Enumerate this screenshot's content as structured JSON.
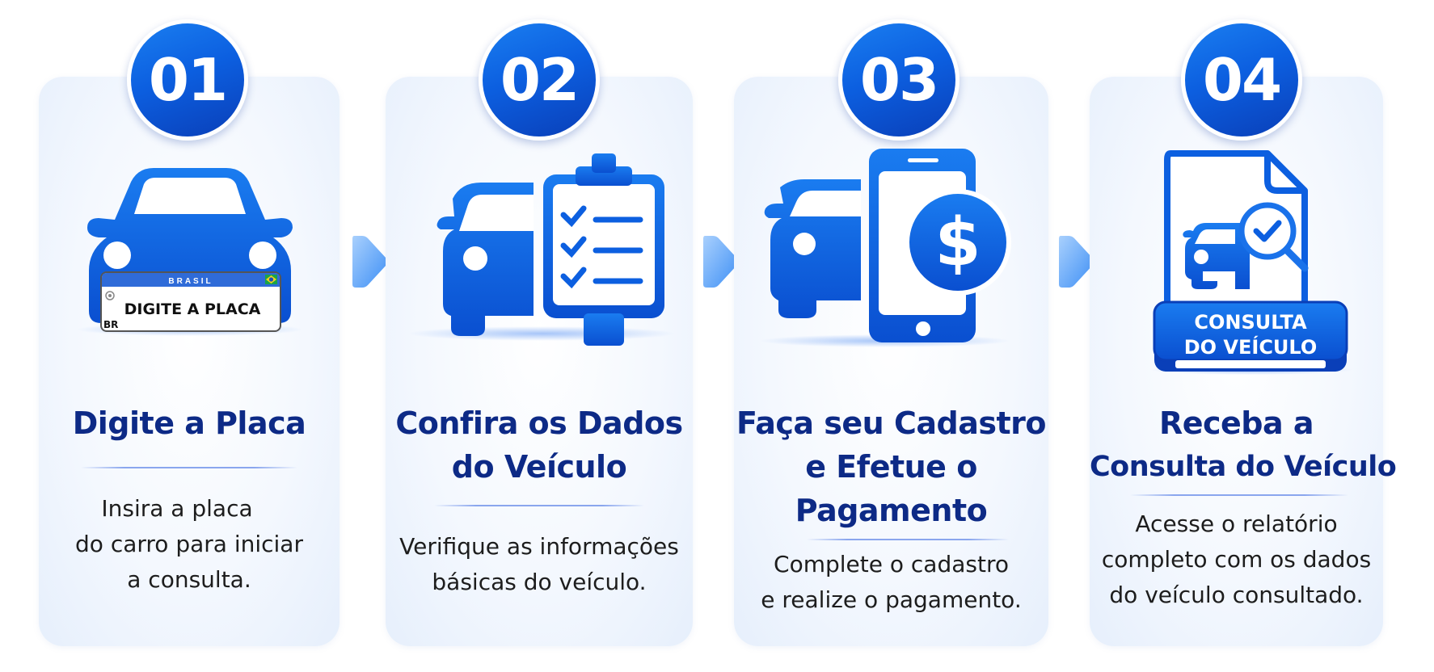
{
  "colors": {
    "primary_blue": "#0c5fe0",
    "dark_blue_title": "#0d2a86",
    "arrow_blue": "#5aa7fb",
    "card_bg": "#eef4fd",
    "text": "#1d1d1d"
  },
  "steps": [
    {
      "number": "01",
      "icon": "car-with-license-plate-icon",
      "plate": {
        "country_label": "BRASIL",
        "text": "DIGITE A PLACA",
        "code": "BR"
      },
      "title": [
        "Digite a Placa"
      ],
      "description": [
        "Insira a placa",
        "do carro para iniciar",
        "a consulta."
      ]
    },
    {
      "number": "02",
      "icon": "car-with-checklist-clipboard-icon",
      "title": [
        "Confira os Dados",
        "do Veículo"
      ],
      "description": [
        "Verifique as informações",
        "básicas do veículo."
      ]
    },
    {
      "number": "03",
      "icon": "car-with-phone-payment-icon",
      "title": [
        "Faça seu Cadastro",
        "e Efetue o",
        "Pagamento"
      ],
      "description": [
        "Complete o cadastro",
        "e realize o pagamento."
      ]
    },
    {
      "number": "04",
      "icon": "vehicle-report-document-icon",
      "report_banner": [
        "CONSULTA",
        "DO VEÍCULO"
      ],
      "title": [
        "Receba a",
        "Consulta do Veículo"
      ],
      "description": [
        "Acesse o relatório",
        "completo com os dados",
        "do veículo consultado."
      ]
    }
  ],
  "arrows": [
    {
      "icon": "arrow-right-icon"
    },
    {
      "icon": "arrow-right-icon"
    },
    {
      "icon": "arrow-right-icon"
    }
  ]
}
